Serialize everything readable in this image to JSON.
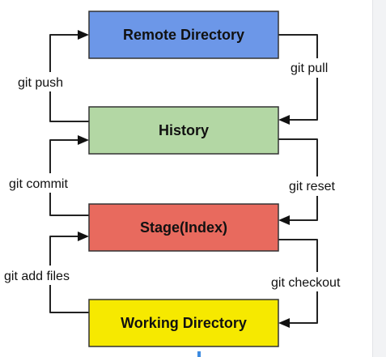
{
  "diagram": {
    "boxes": {
      "remote": {
        "label": "Remote Directory",
        "fill": "#6c97e8"
      },
      "history": {
        "label": "History",
        "fill": "#b3d7a4"
      },
      "stage": {
        "label": "Stage(Index)",
        "fill": "#e86a5e"
      },
      "working": {
        "label": "Working Directory",
        "fill": "#f6e900"
      }
    },
    "commands": {
      "push": "git push",
      "pull": "git pull",
      "commit": "git commit",
      "reset": "git reset",
      "add": "git add files",
      "checkout": "git checkout"
    }
  }
}
